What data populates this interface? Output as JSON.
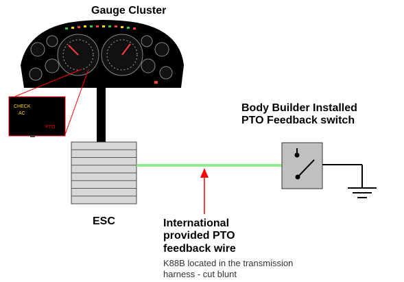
{
  "labels": {
    "gauge_cluster": "Gauge Cluster",
    "switch_line1": "Body Builder Installed",
    "switch_line2": "PTO Feedback switch",
    "esc": "ESC",
    "wire_line1": "International",
    "wire_line2": "provided PTO",
    "wire_line3": "feedback wire",
    "note_line1": "K88B located in the transmission",
    "note_line2": "harness - cut blunt"
  },
  "inset": {
    "check_line1": "CHECK",
    "check_line2": "AC",
    "pto_indicator": "PTO"
  },
  "colors": {
    "wire": "#90ee90",
    "arrow": "#ff0000",
    "callout_lines": "#ff0000",
    "esc_body": "#d8d8d8",
    "switch_body": "#c0c0c0",
    "cluster": "#000000",
    "check_text": "#ffd700",
    "pto_text": "#ff0000"
  },
  "icons": [
    "gauge-cluster-icon",
    "esc-module-icon",
    "pto-switch-icon",
    "ground-icon",
    "arrow-icon"
  ]
}
